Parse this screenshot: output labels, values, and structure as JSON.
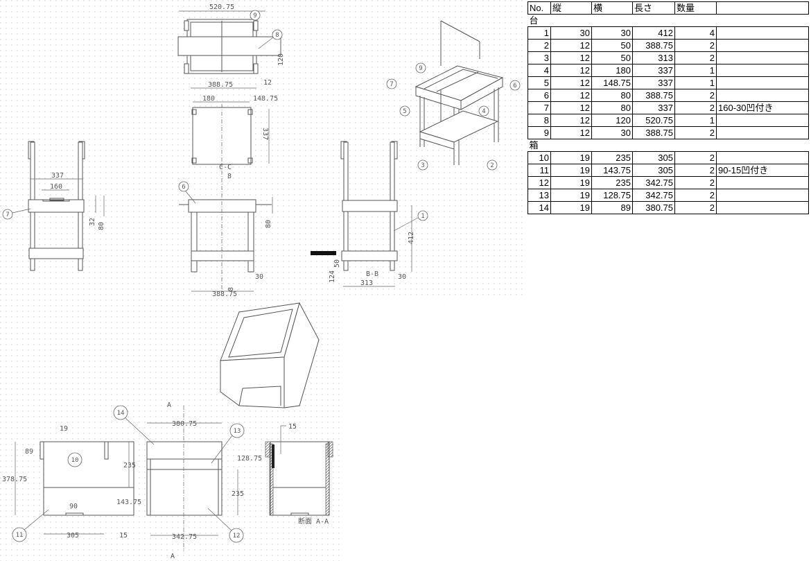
{
  "parts_table": {
    "headers": [
      "No.",
      "縦",
      "横",
      "長さ",
      "数量",
      ""
    ],
    "sections": [
      {
        "label": "台",
        "rows": [
          [
            "1",
            "30",
            "30",
            "412",
            "4",
            ""
          ],
          [
            "2",
            "12",
            "50",
            "388.75",
            "2",
            ""
          ],
          [
            "3",
            "12",
            "50",
            "313",
            "2",
            ""
          ],
          [
            "4",
            "12",
            "180",
            "337",
            "1",
            ""
          ],
          [
            "5",
            "12",
            "148.75",
            "337",
            "1",
            ""
          ],
          [
            "6",
            "12",
            "80",
            "388.75",
            "2",
            ""
          ],
          [
            "7",
            "12",
            "80",
            "337",
            "2",
            "160-30凹付き"
          ],
          [
            "8",
            "12",
            "120",
            "520.75",
            "1",
            ""
          ],
          [
            "9",
            "12",
            "30",
            "388.75",
            "2",
            ""
          ]
        ]
      },
      {
        "label": "箱",
        "rows": [
          [
            "10",
            "19",
            "235",
            "305",
            "2",
            ""
          ],
          [
            "11",
            "19",
            "143.75",
            "305",
            "2",
            "90-15凹付き"
          ],
          [
            "12",
            "19",
            "235",
            "342.75",
            "2",
            ""
          ],
          [
            "13",
            "19",
            "128.75",
            "342.75",
            "2",
            ""
          ],
          [
            "14",
            "19",
            "89",
            "380.75",
            "2",
            ""
          ]
        ]
      }
    ]
  },
  "drawing": {
    "plan_top": {
      "d1": "520.75",
      "d2": "388.75",
      "d3": "12",
      "d4": "120",
      "b1": "9",
      "b2": "8"
    },
    "plan_mid": {
      "d1": "180",
      "d2": "148.75",
      "d3": "337",
      "section": "C-C"
    },
    "side_left": {
      "d1": "337",
      "d2": "160",
      "d3": "32",
      "d4": "80",
      "b1": "7"
    },
    "front": {
      "d1": "8",
      "d2": "80",
      "d3": "30",
      "d4": "388.75",
      "d5": "8",
      "b1": "6"
    },
    "side_right": {
      "d1": "412",
      "d2": "313",
      "d3": "30",
      "d4": "124",
      "d5": "50",
      "section": "B-B",
      "b1": "1"
    },
    "iso": {
      "b": [
        "9",
        "7",
        "6",
        "5",
        "4",
        "3",
        "2"
      ]
    },
    "box_left": {
      "d1": "19",
      "d2": "89",
      "d3": "378.75",
      "d4": "235",
      "d5": "143.75",
      "d6": "90",
      "d7": "305",
      "d8": "15",
      "b1": "10",
      "b2": "11"
    },
    "box_front": {
      "d1": "380.75",
      "d2": "342.75",
      "d3": "128.75",
      "d4": "235",
      "b1": "14",
      "b2": "13",
      "b3": "12",
      "cut": "A"
    },
    "box_section": {
      "d1": "15",
      "label": "断面",
      "section": "A-A"
    }
  }
}
